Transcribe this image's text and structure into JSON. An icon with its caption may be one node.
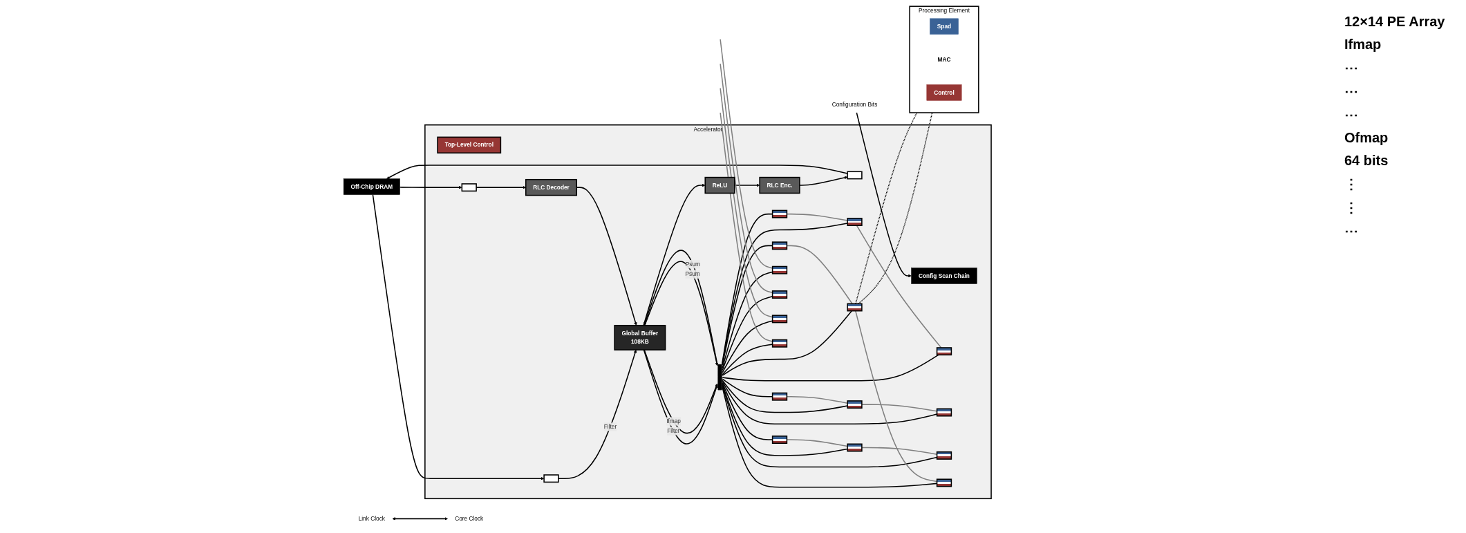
{
  "diagram": {
    "nodes": [
      {
        "text": [
          "Off-Chip DRAM"
        ]
      },
      {
        "text": [
          "Link Clock"
        ]
      },
      {
        "text": [
          "Core Clock"
        ]
      },
      {
        "text": [
          "Configuration Bits"
        ]
      },
      {
        "text": [
          "Accelerator"
        ]
      },
      {
        "text": [
          "Top-Level Control"
        ],
        "in": 4
      },
      {
        "text": [
          "Config Scan Chain"
        ],
        "in": 4
      },
      {
        "text": [],
        "shape": "box",
        "in": 4
      },
      {
        "text": [],
        "shape": "box",
        "in": 4
      },
      {
        "text": [],
        "shape": "box",
        "in": 4
      },
      {
        "text": [
          "RLC Decoder"
        ],
        "in": 4
      },
      {
        "text": [
          "Global Buffer",
          "108KB"
        ],
        "in": 4
      },
      {
        "text": [
          "ReLU"
        ],
        "in": 4
      },
      {
        "text": [
          "RLC Enc."
        ],
        "in": 4
      },
      {
        "text": [],
        "shape": "bar",
        "in": 4
      },
      {
        "text": [],
        "shape": "box",
        "in": 4
      },
      {
        "text": [],
        "shape": "box",
        "in": 4
      },
      {
        "text": [],
        "shape": "box",
        "in": 4
      },
      {
        "text": [],
        "shape": "box",
        "in": 4
      },
      {
        "text": [],
        "shape": "box",
        "in": 4
      },
      {
        "text": [],
        "shape": "box",
        "in": 4
      },
      {
        "text": [],
        "shape": "box",
        "in": 4
      },
      {
        "text": [],
        "shape": "box",
        "in": 4
      },
      {
        "text": [],
        "shape": "box",
        "in": 4
      },
      {
        "text": [],
        "shape": "box",
        "in": 4
      },
      {
        "text": [],
        "shape": "box",
        "in": 4
      },
      {
        "text": [],
        "shape": "box",
        "in": 4
      },
      {
        "text": [],
        "shape": "box",
        "in": 4
      },
      {
        "text": [],
        "shape": "box",
        "in": 4
      },
      {
        "text": [],
        "shape": "box",
        "in": 4
      },
      {
        "text": [],
        "shape": "box",
        "in": 4
      },
      {
        "text": [
          "Processing Element"
        ]
      },
      {
        "text": [
          "Spad"
        ],
        "in": 31
      },
      {
        "text": [
          "MAC"
        ],
        "in": 31
      },
      {
        "text": [
          "Control"
        ],
        "in": 31
      }
    ],
    "edges": [
      {
        "from": 1,
        "to": 2,
        "arrow": "both"
      },
      {
        "from": 3,
        "to": 6,
        "arrow": "to"
      },
      {
        "from": 0,
        "to": 7,
        "arrow": "to"
      },
      {
        "from": 0,
        "to": 8,
        "arrow": "to"
      },
      {
        "from": 9,
        "to": 0,
        "arrow": "to"
      },
      {
        "from": 7,
        "to": 11,
        "arrow": "to",
        "label": "Filter"
      },
      {
        "from": 8,
        "to": 10,
        "arrow": "to"
      },
      {
        "from": 10,
        "to": 11,
        "arrow": "to"
      },
      {
        "from": 11,
        "to": 12,
        "arrow": "to"
      },
      {
        "from": 12,
        "to": 13,
        "arrow": "to"
      },
      {
        "from": 13,
        "to": 9,
        "arrow": "to"
      },
      {
        "from": 11,
        "to": 14,
        "arrow": "to",
        "label": "Filter"
      },
      {
        "from": 11,
        "to": 14,
        "arrow": "to",
        "label": "Ifmap"
      },
      {
        "from": 11,
        "to": 14,
        "arrow": "to",
        "label": "Psum"
      },
      {
        "from": 14,
        "to": 11,
        "arrow": "to",
        "label": "Psum"
      },
      {
        "from": 14,
        "to": 15,
        "arrow": "none"
      },
      {
        "from": 14,
        "to": 16,
        "arrow": "none"
      },
      {
        "from": 14,
        "to": 17,
        "arrow": "none"
      },
      {
        "from": 14,
        "to": 18,
        "arrow": "none"
      },
      {
        "from": 14,
        "to": 19,
        "arrow": "none"
      },
      {
        "from": 14,
        "to": 20,
        "arrow": "none"
      },
      {
        "from": 14,
        "to": 21,
        "arrow": "none"
      },
      {
        "from": 14,
        "to": 22,
        "arrow": "none"
      },
      {
        "from": 14,
        "to": 23,
        "arrow": "none"
      },
      {
        "from": 14,
        "to": 24,
        "arrow": "none"
      },
      {
        "from": 14,
        "to": 25,
        "arrow": "none"
      },
      {
        "from": 14,
        "to": 26,
        "arrow": "none"
      },
      {
        "from": 14,
        "to": 27,
        "arrow": "none"
      },
      {
        "from": 14,
        "to": 28,
        "arrow": "none"
      },
      {
        "from": 14,
        "to": 29,
        "arrow": "none"
      },
      {
        "from": 14,
        "to": 30,
        "arrow": "none"
      },
      {
        "from": 15,
        "to": 19,
        "arrow": "none",
        "color": "#808080"
      },
      {
        "from": 16,
        "to": 20,
        "arrow": "none",
        "color": "#808080"
      },
      {
        "from": 17,
        "to": 21,
        "arrow": "none",
        "color": "#808080"
      },
      {
        "from": 18,
        "to": 22,
        "arrow": "none",
        "color": "#808080"
      },
      {
        "from": 19,
        "to": 23,
        "arrow": "none",
        "color": "#808080"
      },
      {
        "from": 20,
        "to": 24,
        "arrow": "none",
        "color": "#808080"
      },
      {
        "from": 21,
        "to": 25,
        "arrow": "none",
        "color": "#808080"
      },
      {
        "from": 22,
        "to": 26,
        "arrow": "none",
        "color": "#808080"
      },
      {
        "from": null,
        "to": 27,
        "arrow": "none",
        "color": "#808080"
      },
      {
        "from": null,
        "to": 28,
        "arrow": "none",
        "color": "#808080"
      },
      {
        "from": null,
        "to": 29,
        "arrow": "none",
        "color": "#808080"
      },
      {
        "from": null,
        "to": 30,
        "arrow": "none",
        "color": "#808080"
      },
      {
        "from": 22,
        "to": 31,
        "arrow": "none",
        "style": "dashed"
      },
      {
        "from": 22,
        "to": 31,
        "arrow": "none",
        "style": "dashed"
      }
    ],
    "labels": [
      "12×14 PE Array",
      "Ifmap",
      "⋯",
      "⋯",
      "⋯",
      "Ofmap",
      "64 bits",
      "⋮",
      "⋮",
      "⋯"
    ]
  }
}
